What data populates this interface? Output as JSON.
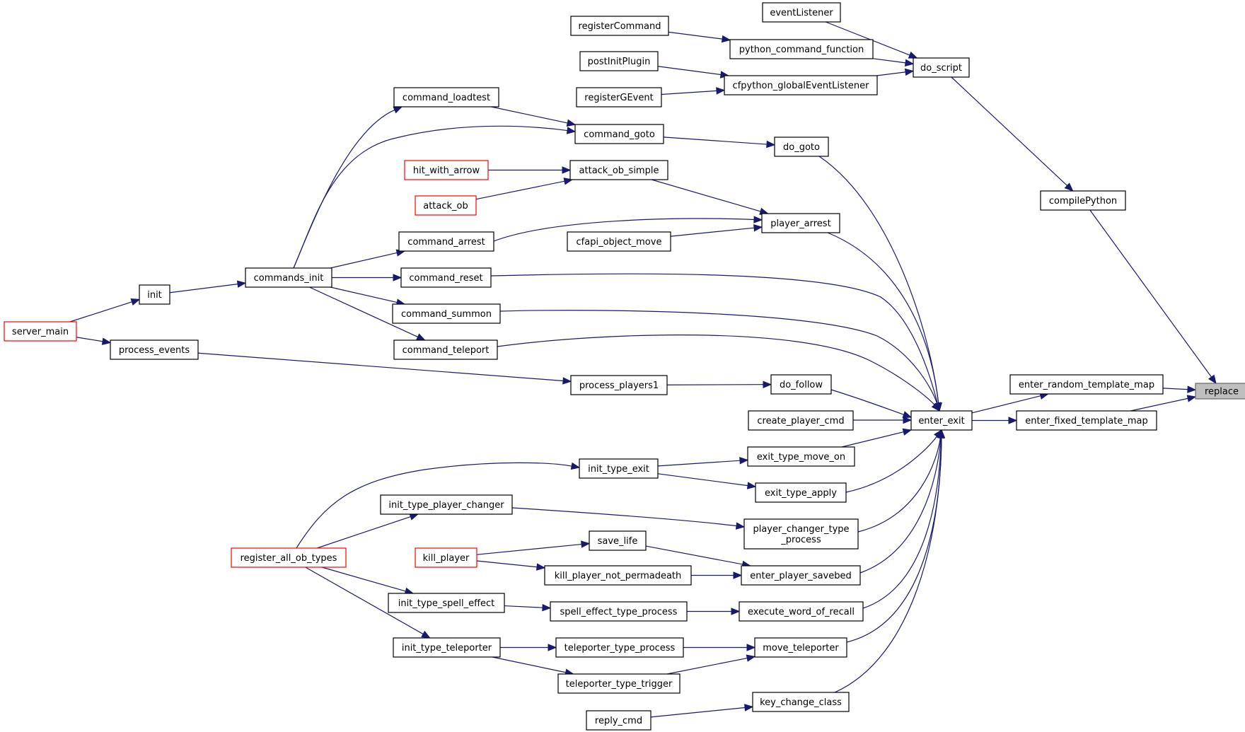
{
  "graph": {
    "type": "caller-graph",
    "root": "replace",
    "colors": {
      "edge": "#191970",
      "node_border": "#000000",
      "truncated_border": "#ff0000",
      "root_fill": "#bfbfbf"
    },
    "nodes": [
      {
        "id": "replace",
        "label": "replace",
        "root": true
      },
      {
        "id": "compilePython",
        "label": "compilePython"
      },
      {
        "id": "enter_random_template_map",
        "label": "enter_random_template_map"
      },
      {
        "id": "enter_fixed_template_map",
        "label": "enter_fixed_template_map"
      },
      {
        "id": "do_script",
        "label": "do_script"
      },
      {
        "id": "eventListener",
        "label": "eventListener"
      },
      {
        "id": "python_command_function",
        "label": "python_command_function"
      },
      {
        "id": "registerCommand",
        "label": "registerCommand"
      },
      {
        "id": "cfpython_globalEventListener",
        "label": "cfpython_globalEventListener"
      },
      {
        "id": "postInitPlugin",
        "label": "postInitPlugin"
      },
      {
        "id": "registerGEvent",
        "label": "registerGEvent"
      },
      {
        "id": "enter_exit",
        "label": "enter_exit"
      },
      {
        "id": "do_goto",
        "label": "do_goto"
      },
      {
        "id": "command_goto",
        "label": "command_goto"
      },
      {
        "id": "command_loadtest",
        "label": "command_loadtest"
      },
      {
        "id": "commands_init",
        "label": "commands_init"
      },
      {
        "id": "init",
        "label": "init"
      },
      {
        "id": "server_main",
        "label": "server_main",
        "truncated": true
      },
      {
        "id": "player_arrest",
        "label": "player_arrest"
      },
      {
        "id": "attack_ob_simple",
        "label": "attack_ob_simple"
      },
      {
        "id": "hit_with_arrow",
        "label": "hit_with_arrow",
        "truncated": true
      },
      {
        "id": "attack_ob",
        "label": "attack_ob",
        "truncated": true
      },
      {
        "id": "command_arrest",
        "label": "command_arrest"
      },
      {
        "id": "cfapi_object_move",
        "label": "cfapi_object_move"
      },
      {
        "id": "command_reset",
        "label": "command_reset"
      },
      {
        "id": "command_summon",
        "label": "command_summon"
      },
      {
        "id": "command_teleport",
        "label": "command_teleport"
      },
      {
        "id": "do_follow",
        "label": "do_follow"
      },
      {
        "id": "process_players1",
        "label": "process_players1"
      },
      {
        "id": "process_events",
        "label": "process_events"
      },
      {
        "id": "create_player_cmd",
        "label": "create_player_cmd"
      },
      {
        "id": "exit_type_move_on",
        "label": "exit_type_move_on"
      },
      {
        "id": "init_type_exit",
        "label": "init_type_exit"
      },
      {
        "id": "register_all_ob_types",
        "label": "register_all_ob_types",
        "truncated": true
      },
      {
        "id": "exit_type_apply",
        "label": "exit_type_apply"
      },
      {
        "id": "player_changer_type_process",
        "label": "player_changer_type\n_process"
      },
      {
        "id": "init_type_player_changer",
        "label": "init_type_player_changer"
      },
      {
        "id": "enter_player_savebed",
        "label": "enter_player_savebed"
      },
      {
        "id": "save_life",
        "label": "save_life"
      },
      {
        "id": "kill_player",
        "label": "kill_player",
        "truncated": true
      },
      {
        "id": "kill_player_not_permadeath",
        "label": "kill_player_not_permadeath"
      },
      {
        "id": "execute_word_of_recall",
        "label": "execute_word_of_recall"
      },
      {
        "id": "spell_effect_type_process",
        "label": "spell_effect_type_process"
      },
      {
        "id": "init_type_spell_effect",
        "label": "init_type_spell_effect"
      },
      {
        "id": "move_teleporter",
        "label": "move_teleporter"
      },
      {
        "id": "teleporter_type_process",
        "label": "teleporter_type_process"
      },
      {
        "id": "teleporter_type_trigger",
        "label": "teleporter_type_trigger"
      },
      {
        "id": "init_type_teleporter",
        "label": "init_type_teleporter"
      },
      {
        "id": "key_change_class",
        "label": "key_change_class"
      },
      {
        "id": "reply_cmd",
        "label": "reply_cmd"
      }
    ],
    "edges": [
      {
        "from": "compilePython",
        "to": "replace"
      },
      {
        "from": "enter_random_template_map",
        "to": "replace"
      },
      {
        "from": "enter_fixed_template_map",
        "to": "replace"
      },
      {
        "from": "do_script",
        "to": "compilePython"
      },
      {
        "from": "eventListener",
        "to": "do_script"
      },
      {
        "from": "python_command_function",
        "to": "do_script"
      },
      {
        "from": "cfpython_globalEventListener",
        "to": "do_script"
      },
      {
        "from": "registerCommand",
        "to": "python_command_function"
      },
      {
        "from": "postInitPlugin",
        "to": "cfpython_globalEventListener"
      },
      {
        "from": "registerGEvent",
        "to": "cfpython_globalEventListener"
      },
      {
        "from": "enter_exit",
        "to": "enter_random_template_map"
      },
      {
        "from": "enter_exit",
        "to": "enter_fixed_template_map"
      },
      {
        "from": "do_goto",
        "to": "enter_exit"
      },
      {
        "from": "command_goto",
        "to": "do_goto"
      },
      {
        "from": "command_loadtest",
        "to": "command_goto"
      },
      {
        "from": "commands_init",
        "to": "command_loadtest"
      },
      {
        "from": "commands_init",
        "to": "command_goto"
      },
      {
        "from": "init",
        "to": "commands_init"
      },
      {
        "from": "server_main",
        "to": "init"
      },
      {
        "from": "player_arrest",
        "to": "enter_exit"
      },
      {
        "from": "attack_ob_simple",
        "to": "player_arrest"
      },
      {
        "from": "hit_with_arrow",
        "to": "attack_ob_simple"
      },
      {
        "from": "attack_ob",
        "to": "attack_ob_simple"
      },
      {
        "from": "command_arrest",
        "to": "player_arrest"
      },
      {
        "from": "cfapi_object_move",
        "to": "player_arrest"
      },
      {
        "from": "commands_init",
        "to": "command_arrest"
      },
      {
        "from": "command_reset",
        "to": "enter_exit"
      },
      {
        "from": "commands_init",
        "to": "command_reset"
      },
      {
        "from": "command_summon",
        "to": "enter_exit"
      },
      {
        "from": "commands_init",
        "to": "command_summon"
      },
      {
        "from": "command_teleport",
        "to": "enter_exit"
      },
      {
        "from": "commands_init",
        "to": "command_teleport"
      },
      {
        "from": "do_follow",
        "to": "enter_exit"
      },
      {
        "from": "process_players1",
        "to": "do_follow"
      },
      {
        "from": "process_events",
        "to": "process_players1"
      },
      {
        "from": "server_main",
        "to": "process_events"
      },
      {
        "from": "create_player_cmd",
        "to": "enter_exit"
      },
      {
        "from": "exit_type_move_on",
        "to": "enter_exit"
      },
      {
        "from": "init_type_exit",
        "to": "exit_type_move_on"
      },
      {
        "from": "init_type_exit",
        "to": "exit_type_apply"
      },
      {
        "from": "register_all_ob_types",
        "to": "init_type_exit"
      },
      {
        "from": "exit_type_apply",
        "to": "enter_exit"
      },
      {
        "from": "player_changer_type_process",
        "to": "enter_exit"
      },
      {
        "from": "init_type_player_changer",
        "to": "player_changer_type_process"
      },
      {
        "from": "register_all_ob_types",
        "to": "init_type_player_changer"
      },
      {
        "from": "enter_player_savebed",
        "to": "enter_exit"
      },
      {
        "from": "save_life",
        "to": "enter_player_savebed"
      },
      {
        "from": "kill_player",
        "to": "save_life"
      },
      {
        "from": "kill_player",
        "to": "kill_player_not_permadeath"
      },
      {
        "from": "kill_player_not_permadeath",
        "to": "enter_player_savebed"
      },
      {
        "from": "execute_word_of_recall",
        "to": "enter_exit"
      },
      {
        "from": "spell_effect_type_process",
        "to": "execute_word_of_recall"
      },
      {
        "from": "init_type_spell_effect",
        "to": "spell_effect_type_process"
      },
      {
        "from": "register_all_ob_types",
        "to": "init_type_spell_effect"
      },
      {
        "from": "move_teleporter",
        "to": "enter_exit"
      },
      {
        "from": "teleporter_type_process",
        "to": "move_teleporter"
      },
      {
        "from": "teleporter_type_trigger",
        "to": "move_teleporter"
      },
      {
        "from": "init_type_teleporter",
        "to": "teleporter_type_process"
      },
      {
        "from": "init_type_teleporter",
        "to": "teleporter_type_trigger"
      },
      {
        "from": "register_all_ob_types",
        "to": "init_type_teleporter"
      },
      {
        "from": "key_change_class",
        "to": "enter_exit"
      },
      {
        "from": "reply_cmd",
        "to": "key_change_class"
      }
    ]
  }
}
